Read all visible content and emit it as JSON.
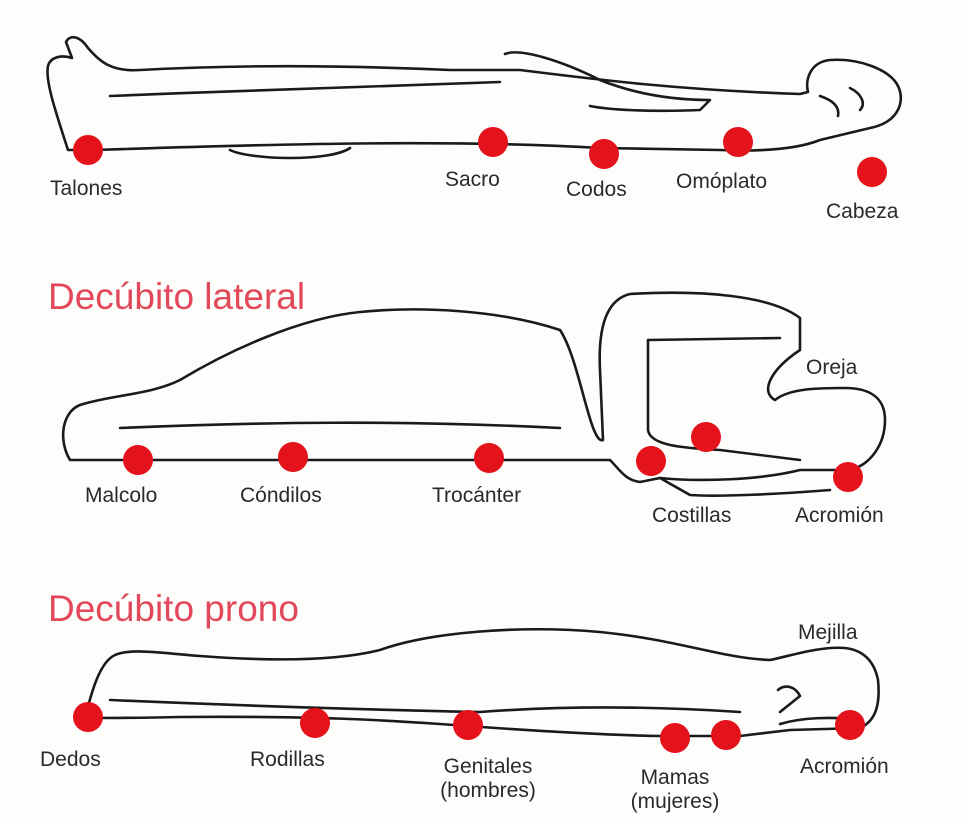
{
  "colors": {
    "pressure_point": "#e3121b",
    "title": "#e2485a",
    "outline": "#1a1a1a"
  },
  "supine": {
    "labels": {
      "talones": "Talones",
      "sacro": "Sacro",
      "codos": "Codos",
      "omoplato": "Omóplato",
      "cabeza": "Cabeza"
    }
  },
  "lateral": {
    "title": "Decúbito lateral",
    "labels": {
      "maleolo": "Malcolo",
      "condilos": "Cóndilos",
      "trocanter": "Trocánter",
      "costillas": "Costillas",
      "acromion": "Acromión",
      "oreja": "Oreja"
    }
  },
  "prone": {
    "title": "Decúbito prono",
    "labels": {
      "dedos": "Dedos",
      "rodillas": "Rodillas",
      "genitales_1": "Genitales",
      "genitales_2": "(hombres)",
      "mamas_1": "Mamas",
      "mamas_2": "(mujeres)",
      "acromion": "Acromión",
      "mejilla": "Mejilla"
    }
  }
}
